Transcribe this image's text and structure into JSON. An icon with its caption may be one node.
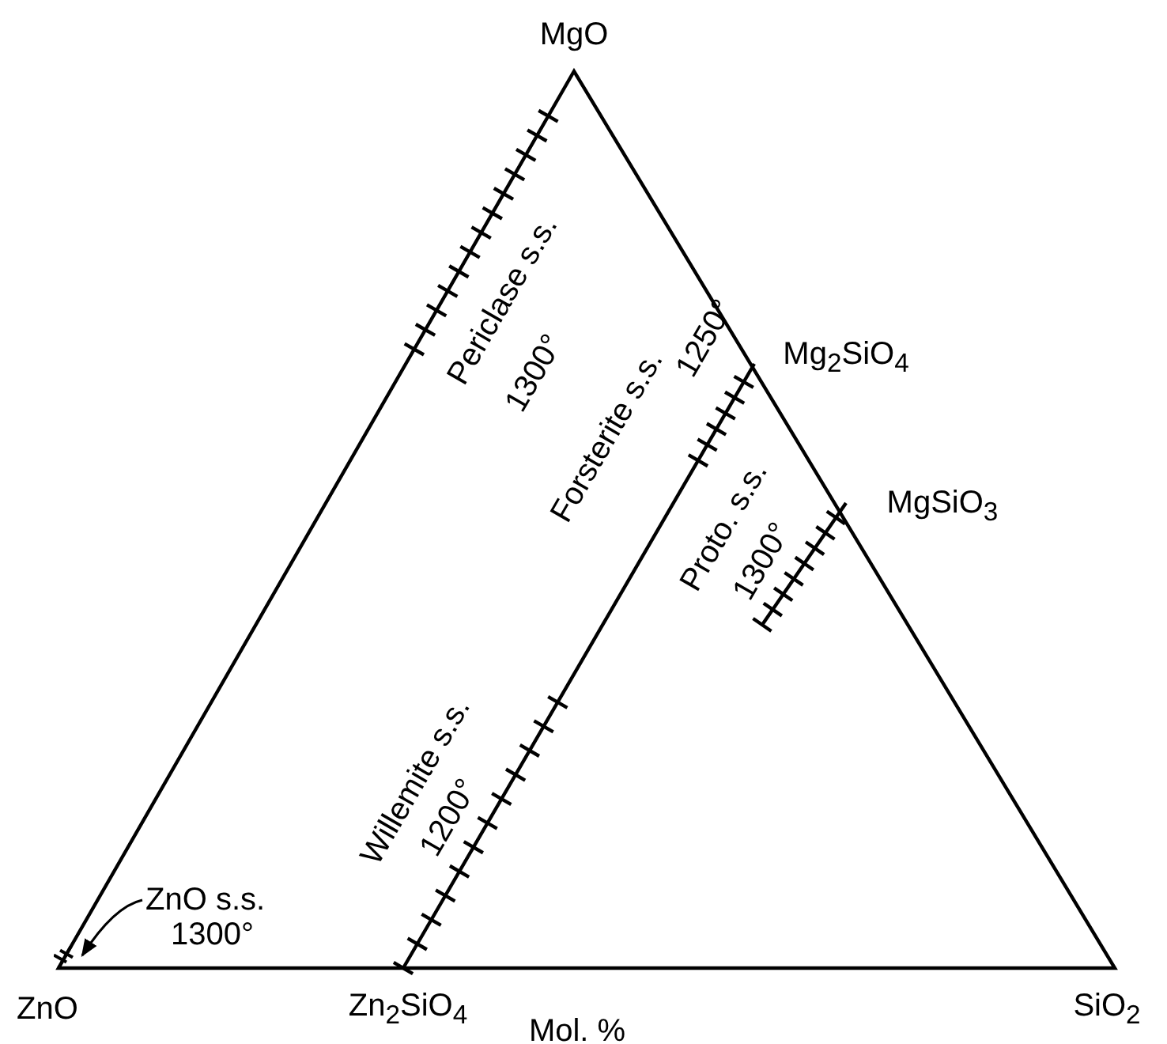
{
  "diagram": {
    "nodes": [
      {
        "text": [
          "ZnO s.s.",
          "1300°"
        ]
      },
      {
        "text": [],
        "shape": "bar"
      }
    ],
    "edges": [
      {
        "from": 0,
        "to": 1,
        "arrow": "to"
      }
    ],
    "labels": [
      "MgO",
      "Periclase s.s.",
      "1300°",
      "Mg$_{2}$SiO$_{4}$",
      "Forsterite s.s.",
      "1250°",
      "MgSiO$_{3}$",
      "Proto. s.s.",
      "1300°",
      "Willemite s.s.",
      "1200°",
      "ZnO",
      "Zn$_{2}$SiO$_{4}$",
      "Mol. %",
      "SiO$_{2}$"
    ]
  }
}
